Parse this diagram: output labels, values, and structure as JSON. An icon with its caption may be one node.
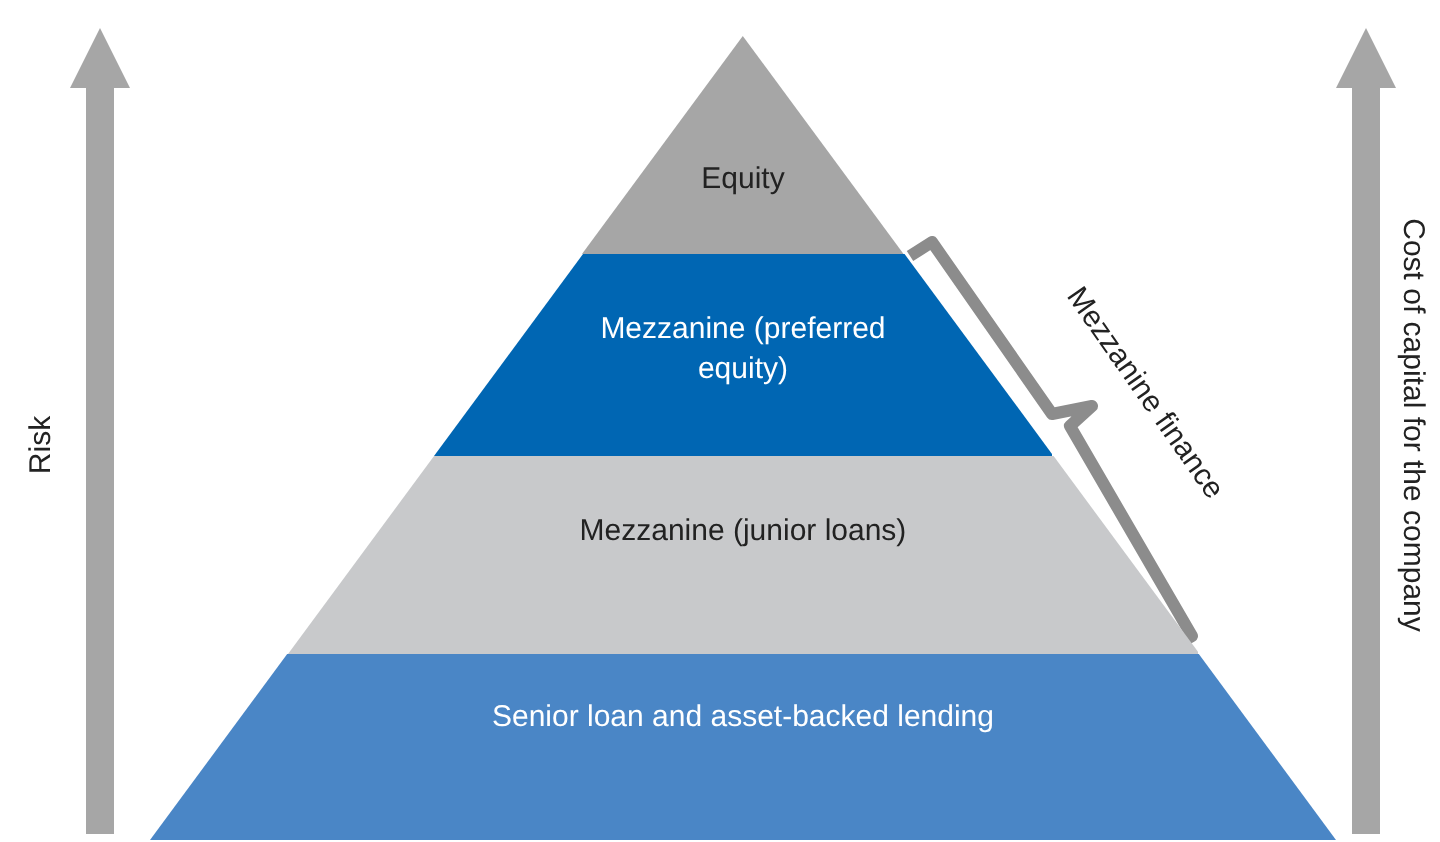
{
  "diagram": {
    "nodes": [
      {
        "text": [
          "Equity"
        ]
      },
      {
        "text": [
          "Mezzanine (preferred equity)"
        ]
      },
      {
        "text": [
          "Mezzanine (junior loans)"
        ]
      },
      {
        "text": [
          "Senior loan and asset-backed lending"
        ]
      }
    ],
    "labels": [
      "Risk",
      "Mezzanine finance",
      "Cost of capital for the company"
    ]
  }
}
